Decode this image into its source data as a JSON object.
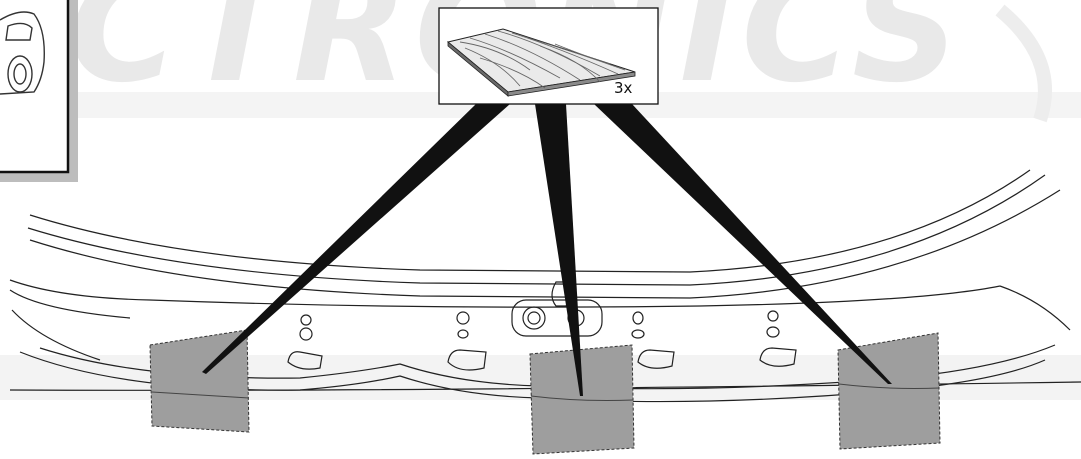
{
  "watermark": {
    "text": "ECTRONICS",
    "color": "#e9e9e9"
  },
  "callout": {
    "quantity_label": "3x",
    "material_icon": "felt-pad-icon"
  },
  "colors": {
    "line": "#222222",
    "pad_fill": "#9e9e9e",
    "beam": "#111111",
    "band": "#eeeeee",
    "inset_shadow": "#bdbdbd"
  },
  "pads": [
    {
      "name": "pad-left"
    },
    {
      "name": "pad-center"
    },
    {
      "name": "pad-right"
    }
  ]
}
